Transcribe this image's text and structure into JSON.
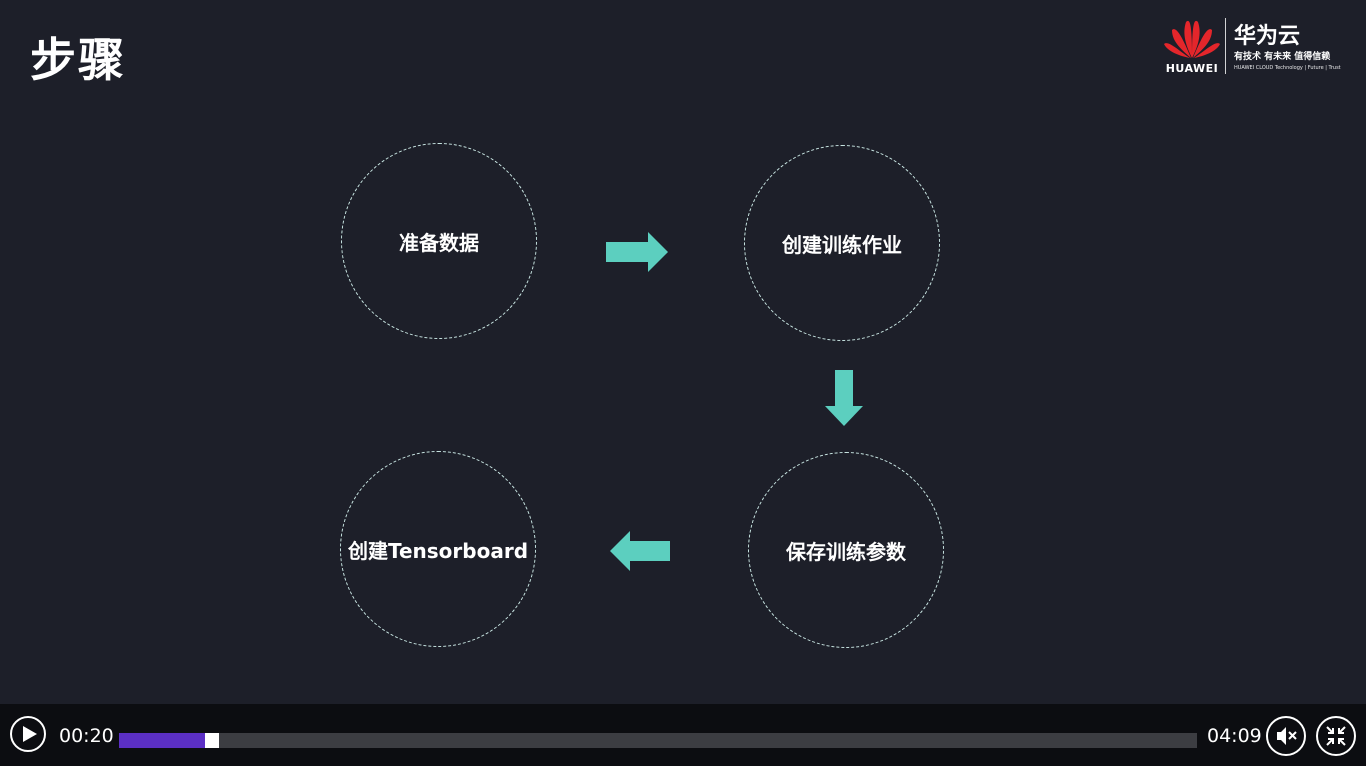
{
  "slide": {
    "title": "步骤",
    "logo": {
      "brand": "HUAWEI",
      "name_cn": "华为云",
      "slogan": "有技术  有未来  值得信赖",
      "tagline": "HUAWEI CLOUD Technology | Future | Trust"
    },
    "steps": [
      {
        "label": "准备数据"
      },
      {
        "label": "创建训练作业"
      },
      {
        "label": "保存训练参数"
      },
      {
        "label": "创建Tensorboard"
      }
    ],
    "colors": {
      "background": "#1d1f29",
      "arrow": "#5ccfbf",
      "circle_border": "#c9e6e3"
    }
  },
  "player": {
    "current_time": "00:20",
    "duration": "04:09",
    "progress": 0.08,
    "icons": {
      "play": "play-icon",
      "mute": "volume-muted-icon",
      "exit_fullscreen": "exit-fullscreen-icon"
    },
    "colors": {
      "progress_fill": "#5b2fc4",
      "track": "#3c3d42",
      "bar_background": "#0c0d11"
    }
  }
}
